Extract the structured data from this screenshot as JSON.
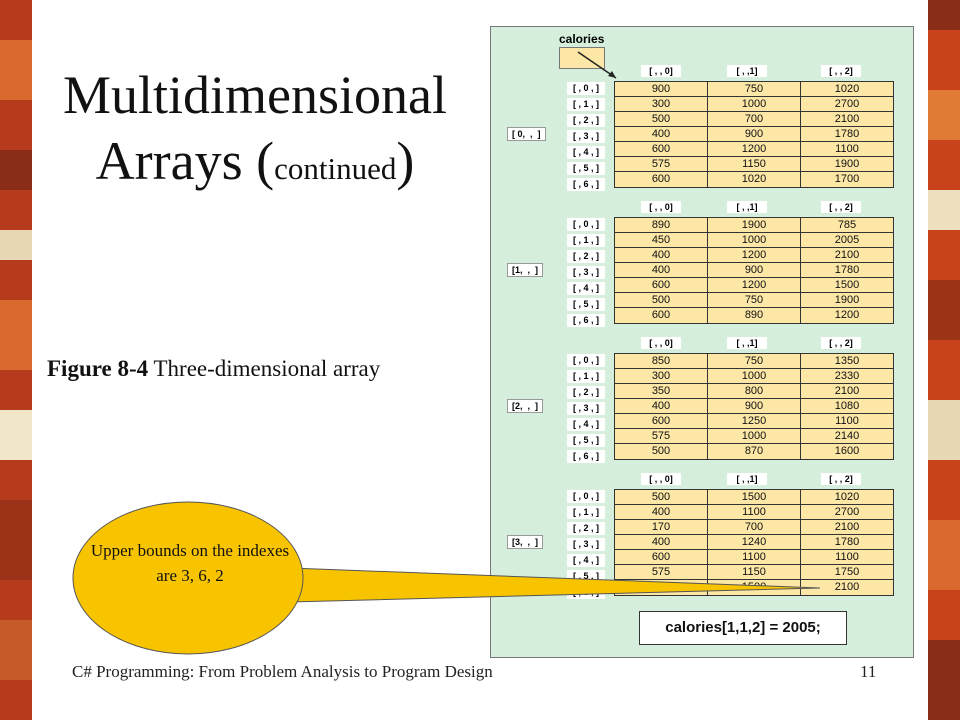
{
  "slide": {
    "title": "Multidimensional Arrays (",
    "title_small": "continued",
    "title_close": ")",
    "caption_bold": "Figure 8-4",
    "caption_rest": " Three-dimensional array",
    "footer": "C# Programming: From Problem Analysis to Program Design",
    "page_number": "11",
    "callout": "Upper bounds on the indexes are 3, 6, 2"
  },
  "figure": {
    "array_name": "calories",
    "col_headers": [
      "[ , , 0]",
      "[ , ,1]",
      "[ , , 2]"
    ],
    "row_labels": [
      "[ , 0 , ]",
      "[ , 1 , ]",
      "[ , 2 , ]",
      "[ , 3 , ]",
      "[ , 4 , ]",
      "[ , 5 , ]",
      "[ , 6 , ]"
    ],
    "planes": [
      {
        "label": "[ 0,  ,  ]",
        "rows": [
          [
            "900",
            "750",
            "1020"
          ],
          [
            "300",
            "1000",
            "2700"
          ],
          [
            "500",
            "700",
            "2100"
          ],
          [
            "400",
            "900",
            "1780"
          ],
          [
            "600",
            "1200",
            "1100"
          ],
          [
            "575",
            "1150",
            "1900"
          ],
          [
            "600",
            "1020",
            "1700"
          ]
        ]
      },
      {
        "label": "[1,  ,  ]",
        "rows": [
          [
            "890",
            "1900",
            "785"
          ],
          [
            "450",
            "1000",
            "2005"
          ],
          [
            "400",
            "1200",
            "2100"
          ],
          [
            "400",
            "900",
            "1780"
          ],
          [
            "600",
            "1200",
            "1500"
          ],
          [
            "500",
            "750",
            "1900"
          ],
          [
            "600",
            "890",
            "1200"
          ]
        ]
      },
      {
        "label": "[2,  ,  ]",
        "rows": [
          [
            "850",
            "750",
            "1350"
          ],
          [
            "300",
            "1000",
            "2330"
          ],
          [
            "350",
            "800",
            "2100"
          ],
          [
            "400",
            "900",
            "1080"
          ],
          [
            "600",
            "1250",
            "1100"
          ],
          [
            "575",
            "1000",
            "2140"
          ],
          [
            "500",
            "870",
            "1600"
          ]
        ]
      },
      {
        "label": "[3,  ,  ]",
        "rows": [
          [
            "500",
            "1500",
            "1020"
          ],
          [
            "400",
            "1100",
            "2700"
          ],
          [
            "170",
            "700",
            "2100"
          ],
          [
            "400",
            "1240",
            "1780"
          ],
          [
            "600",
            "1100",
            "1100"
          ],
          [
            "575",
            "1150",
            "1750"
          ],
          [
            "575",
            "1500",
            "2100"
          ]
        ]
      }
    ],
    "statement": "calories[1,1,2] = 2005;"
  },
  "colors": {
    "figure_bg": "#d6efdc",
    "cell_bg": "#fde7a6",
    "callout_fill": "#f8c400",
    "side_brick": "#c8421c"
  }
}
